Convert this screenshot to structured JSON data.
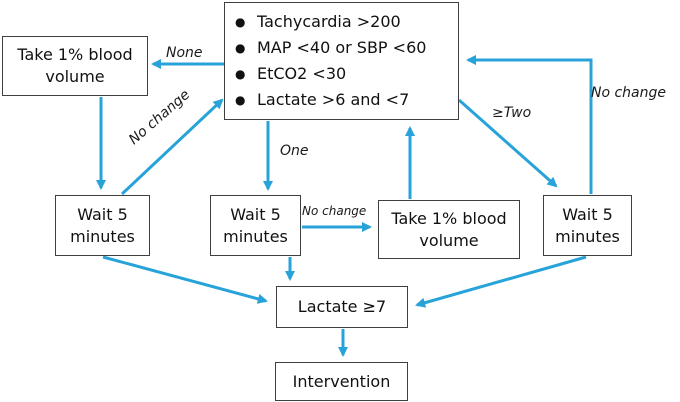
{
  "criteria": {
    "items": [
      "Tachycardia >200",
      "MAP <40 or SBP <60",
      "EtCO2 <30",
      "Lactate >6 and <7"
    ]
  },
  "boxes": {
    "take_left": [
      "Take 1% blood",
      "volume"
    ],
    "wait_left": [
      "Wait 5",
      "minutes"
    ],
    "wait_mid": [
      "Wait 5",
      "minutes"
    ],
    "take_mid": [
      "Take 1% blood",
      "volume"
    ],
    "wait_right": [
      "Wait 5",
      "minutes"
    ],
    "lactate": "Lactate ≥7",
    "intervention": "Intervention"
  },
  "edge_labels": {
    "none": "None",
    "one": "One",
    "two_or_more": "≥Two",
    "no_change_right": "No change",
    "no_change_mid": "No change",
    "no_change_diag": "No change"
  },
  "colors": {
    "arrow": "#27a3d9",
    "box_border": "#3f3f3f"
  }
}
